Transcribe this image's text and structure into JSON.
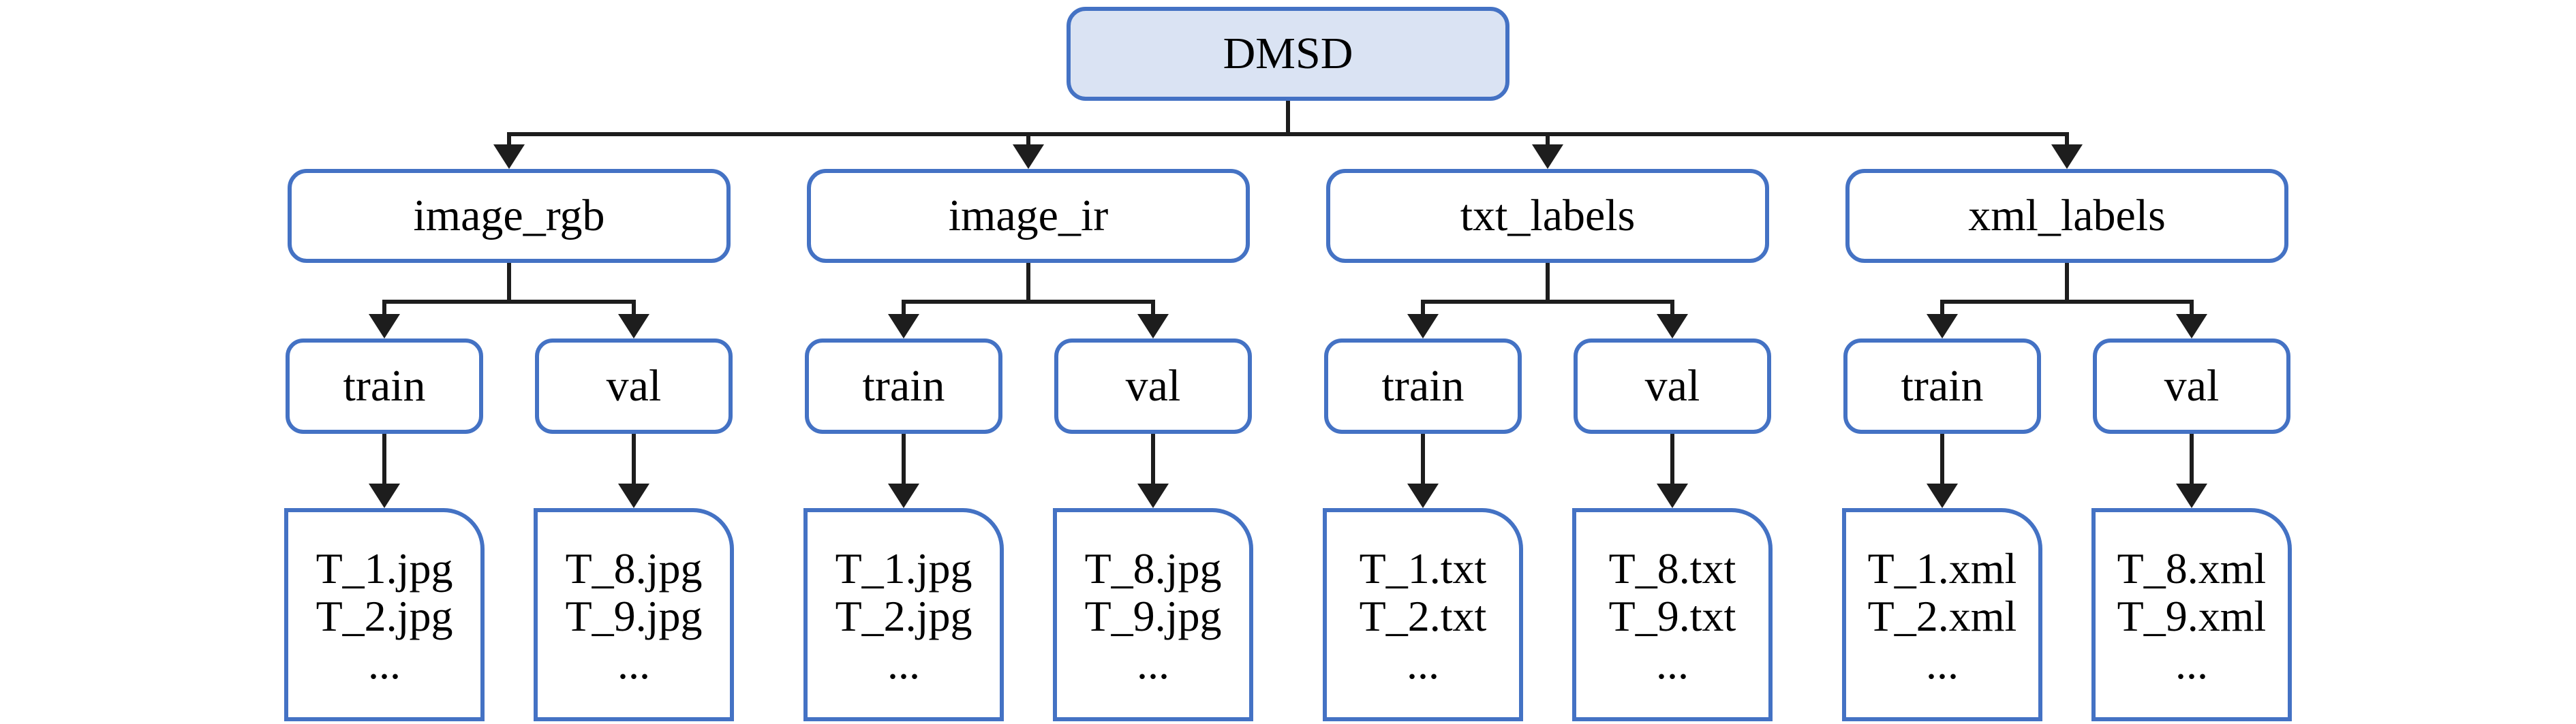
{
  "root": {
    "label": "DMSD"
  },
  "groups": [
    {
      "label": "image_rgb",
      "children": [
        {
          "label": "train",
          "files": [
            "T_1.jpg",
            "T_2.jpg",
            "..."
          ]
        },
        {
          "label": "val",
          "files": [
            "T_8.jpg",
            "T_9.jpg",
            "..."
          ]
        }
      ]
    },
    {
      "label": "image_ir",
      "children": [
        {
          "label": "train",
          "files": [
            "T_1.jpg",
            "T_2.jpg",
            "..."
          ]
        },
        {
          "label": "val",
          "files": [
            "T_8.jpg",
            "T_9.jpg",
            "..."
          ]
        }
      ]
    },
    {
      "label": "txt_labels",
      "children": [
        {
          "label": "train",
          "files": [
            "T_1.txt",
            "T_2.txt",
            "..."
          ]
        },
        {
          "label": "val",
          "files": [
            "T_8.txt",
            "T_9.txt",
            "..."
          ]
        }
      ]
    },
    {
      "label": "xml_labels",
      "children": [
        {
          "label": "train",
          "files": [
            "T_1.xml",
            "T_2.xml",
            "..."
          ]
        },
        {
          "label": "val",
          "files": [
            "T_8.xml",
            "T_9.xml",
            "..."
          ]
        }
      ]
    }
  ],
  "colors": {
    "node_border": "#4472c4",
    "root_fill": "#dae3f3",
    "node_fill": "#ffffff",
    "line_color": "#1d1d1d",
    "background": "#ffffff"
  }
}
